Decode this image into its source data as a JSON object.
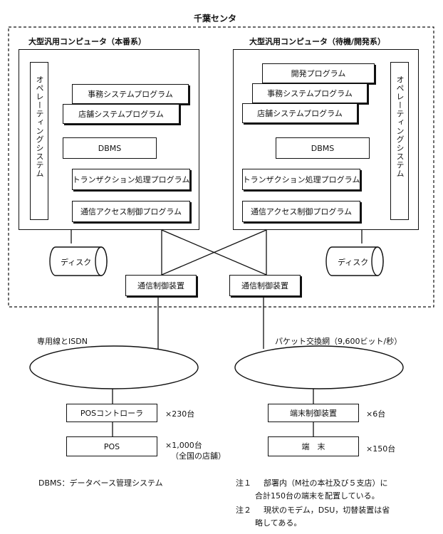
{
  "center_title": "千葉センタ",
  "host_main": {
    "title": "大型汎用コンピュータ（本番系）",
    "os": "オペレーティングシステム",
    "programs": [
      "事務システムプログラム",
      "店舗システムプログラム",
      "DBMS",
      "トランザクション処理プログラム",
      "通信アクセス制御プログラム"
    ],
    "disk": "ディスク"
  },
  "host_standby": {
    "title": "大型汎用コンピュータ（待機/開発系）",
    "os": "オペレーティングシステム",
    "programs": [
      "開発プログラム",
      "事務システムプログラム",
      "店舗システムプログラム",
      "DBMS",
      "トランザクション処理プログラム",
      "通信アクセス制御プログラム"
    ],
    "disk": "ディスク"
  },
  "comm_ctrl": [
    "通信制御装置",
    "通信制御装置"
  ],
  "network_left": "専用線とISDN",
  "network_right": "パケット交換網（9,600ビット/秒）",
  "left_chain": {
    "controller": "POSコントローラ",
    "controller_count": "×230台",
    "pos": "POS",
    "pos_count": "×1,000台",
    "pos_note": "（全国の店舗）"
  },
  "right_chain": {
    "controller": "端末制御装置",
    "controller_count": "×6台",
    "terminal": "端　末",
    "terminal_count": "×150台"
  },
  "legend": "DBMS：データベース管理システム",
  "notes": {
    "n1_label": "注１",
    "n1_line1": "部署内（M社の本社及び５支店）に",
    "n1_line2": "合計150台の端末を配置している。",
    "n2_label": "注２",
    "n2_line1": "現状のモデム，DSU，切替装置は省",
    "n2_line2": "略してある。"
  }
}
